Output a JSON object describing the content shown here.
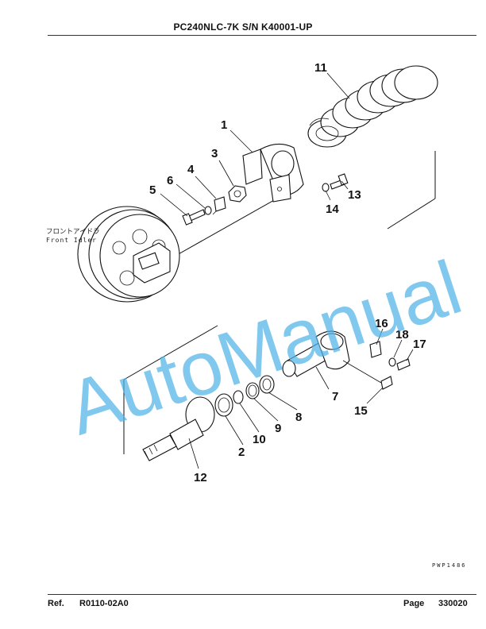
{
  "header": {
    "title": "PC240NLC-7K S/N K40001-UP"
  },
  "footer": {
    "ref_label": "Ref.",
    "ref_value": "R0110-02A0",
    "page_label": "Page",
    "page_value": "330020"
  },
  "diagram": {
    "label_jp": "フロントアイドラ",
    "label_en": "Front Idler",
    "drawing_code": "PWP1486",
    "callouts": [
      "1",
      "2",
      "3",
      "4",
      "5",
      "6",
      "7",
      "8",
      "9",
      "10",
      "11",
      "12",
      "13",
      "14",
      "15",
      "16",
      "17",
      "18"
    ]
  },
  "watermark": {
    "text": "AutoManual",
    "color": "#4fb3e6"
  }
}
